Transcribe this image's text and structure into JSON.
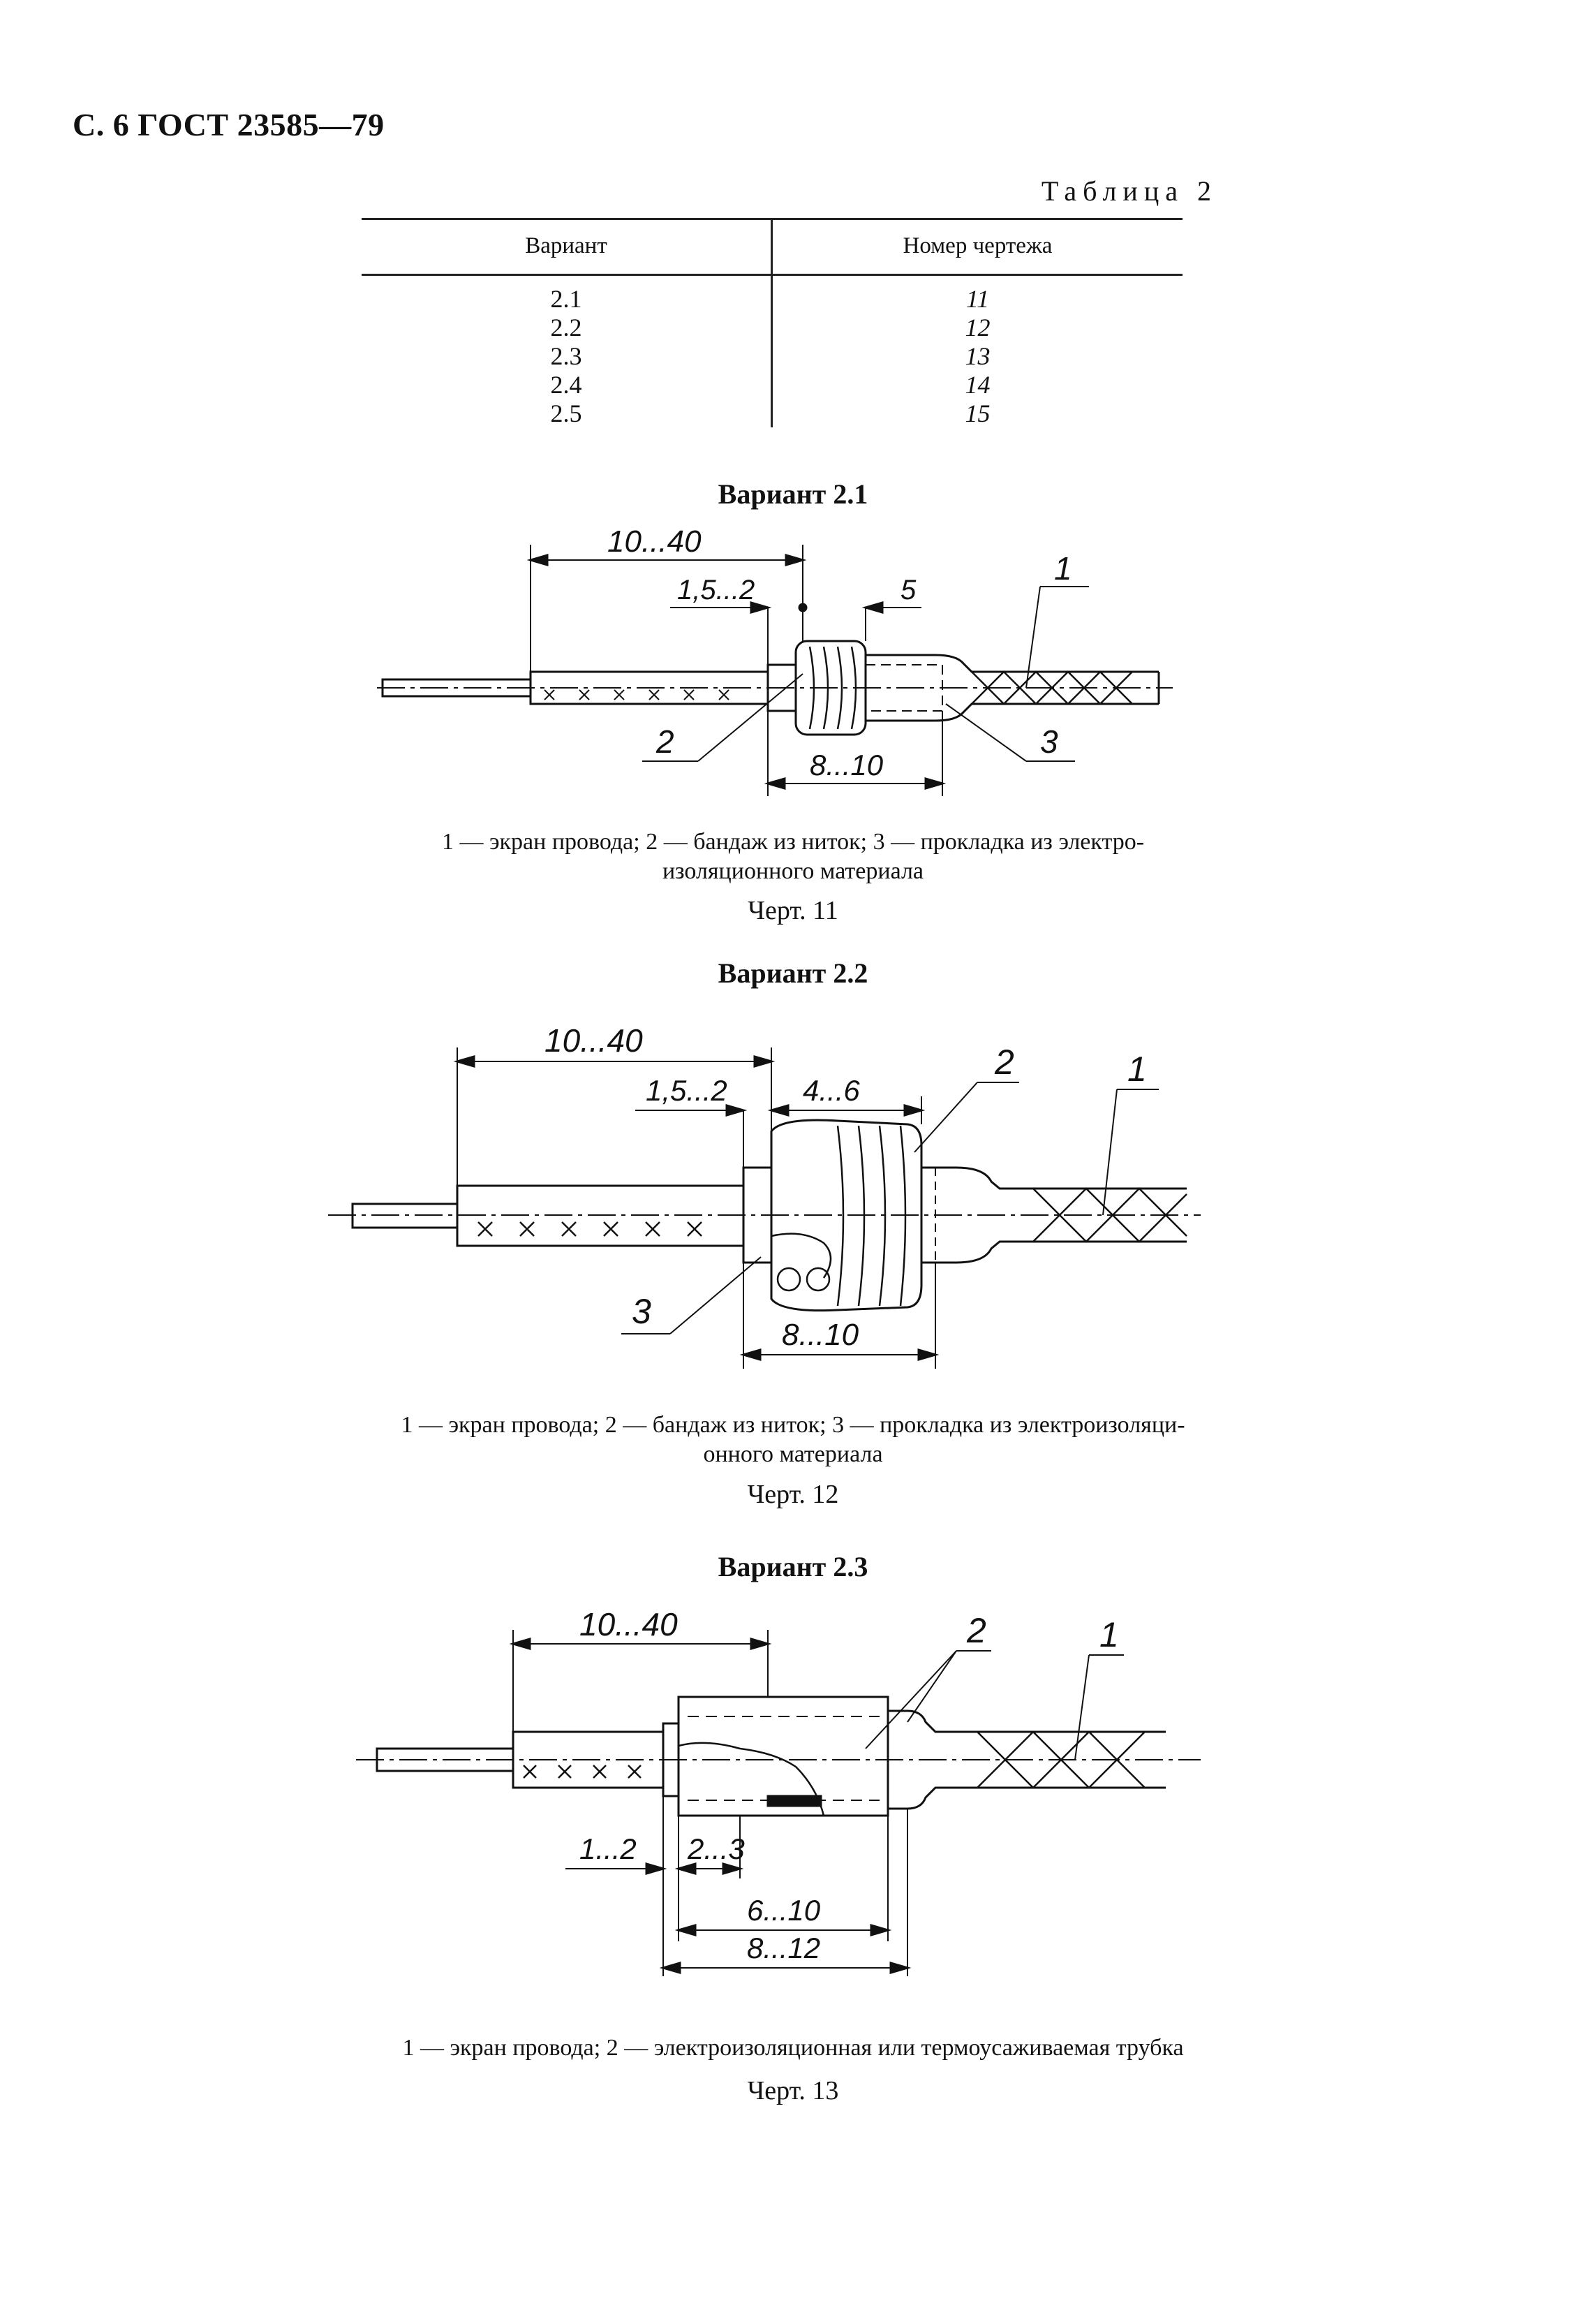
{
  "page": {
    "header": "С. 6 ГОСТ 23585—79"
  },
  "table": {
    "caption": "Таблица 2",
    "headers": [
      "Вариант",
      "Номер чертежа"
    ],
    "variants": [
      "2.1",
      "2.2",
      "2.3",
      "2.4",
      "2.5"
    ],
    "drawings": [
      "11",
      "12",
      "13",
      "14",
      "15"
    ]
  },
  "sections": [
    {
      "title": "Вариант 2.1",
      "legend_line1": "1 — экран провода; 2 — бандаж из ниток; 3 — прокладка из электро-",
      "legend_line2": "изоляционного материала",
      "figure": "Черт. 11",
      "dims": {
        "a": "10...40",
        "b": "1,5...2",
        "c": "5",
        "d": "8...10"
      },
      "callouts": {
        "c1": "1",
        "c2": "2",
        "c3": "3"
      }
    },
    {
      "title": "Вариант 2.2",
      "legend_line1": "1 — экран провода; 2 — бандаж из ниток; 3 — прокладка из электроизоляци-",
      "legend_line2": "онного материала",
      "figure": "Черт. 12",
      "dims": {
        "a": "10...40",
        "b": "1,5...2",
        "c": "4...6",
        "d": "8...10"
      },
      "callouts": {
        "c1": "1",
        "c2": "2",
        "c3": "3"
      }
    },
    {
      "title": "Вариант 2.3",
      "legend_line1": "1 — экран провода; 2 — электроизоляционная или термоусаживаемая трубка",
      "figure": "Черт. 13",
      "dims": {
        "a": "10...40",
        "b": "1...2",
        "c": "2...3",
        "d": "6...10",
        "e": "8...12"
      },
      "callouts": {
        "c1": "1",
        "c2": "2"
      }
    }
  ]
}
